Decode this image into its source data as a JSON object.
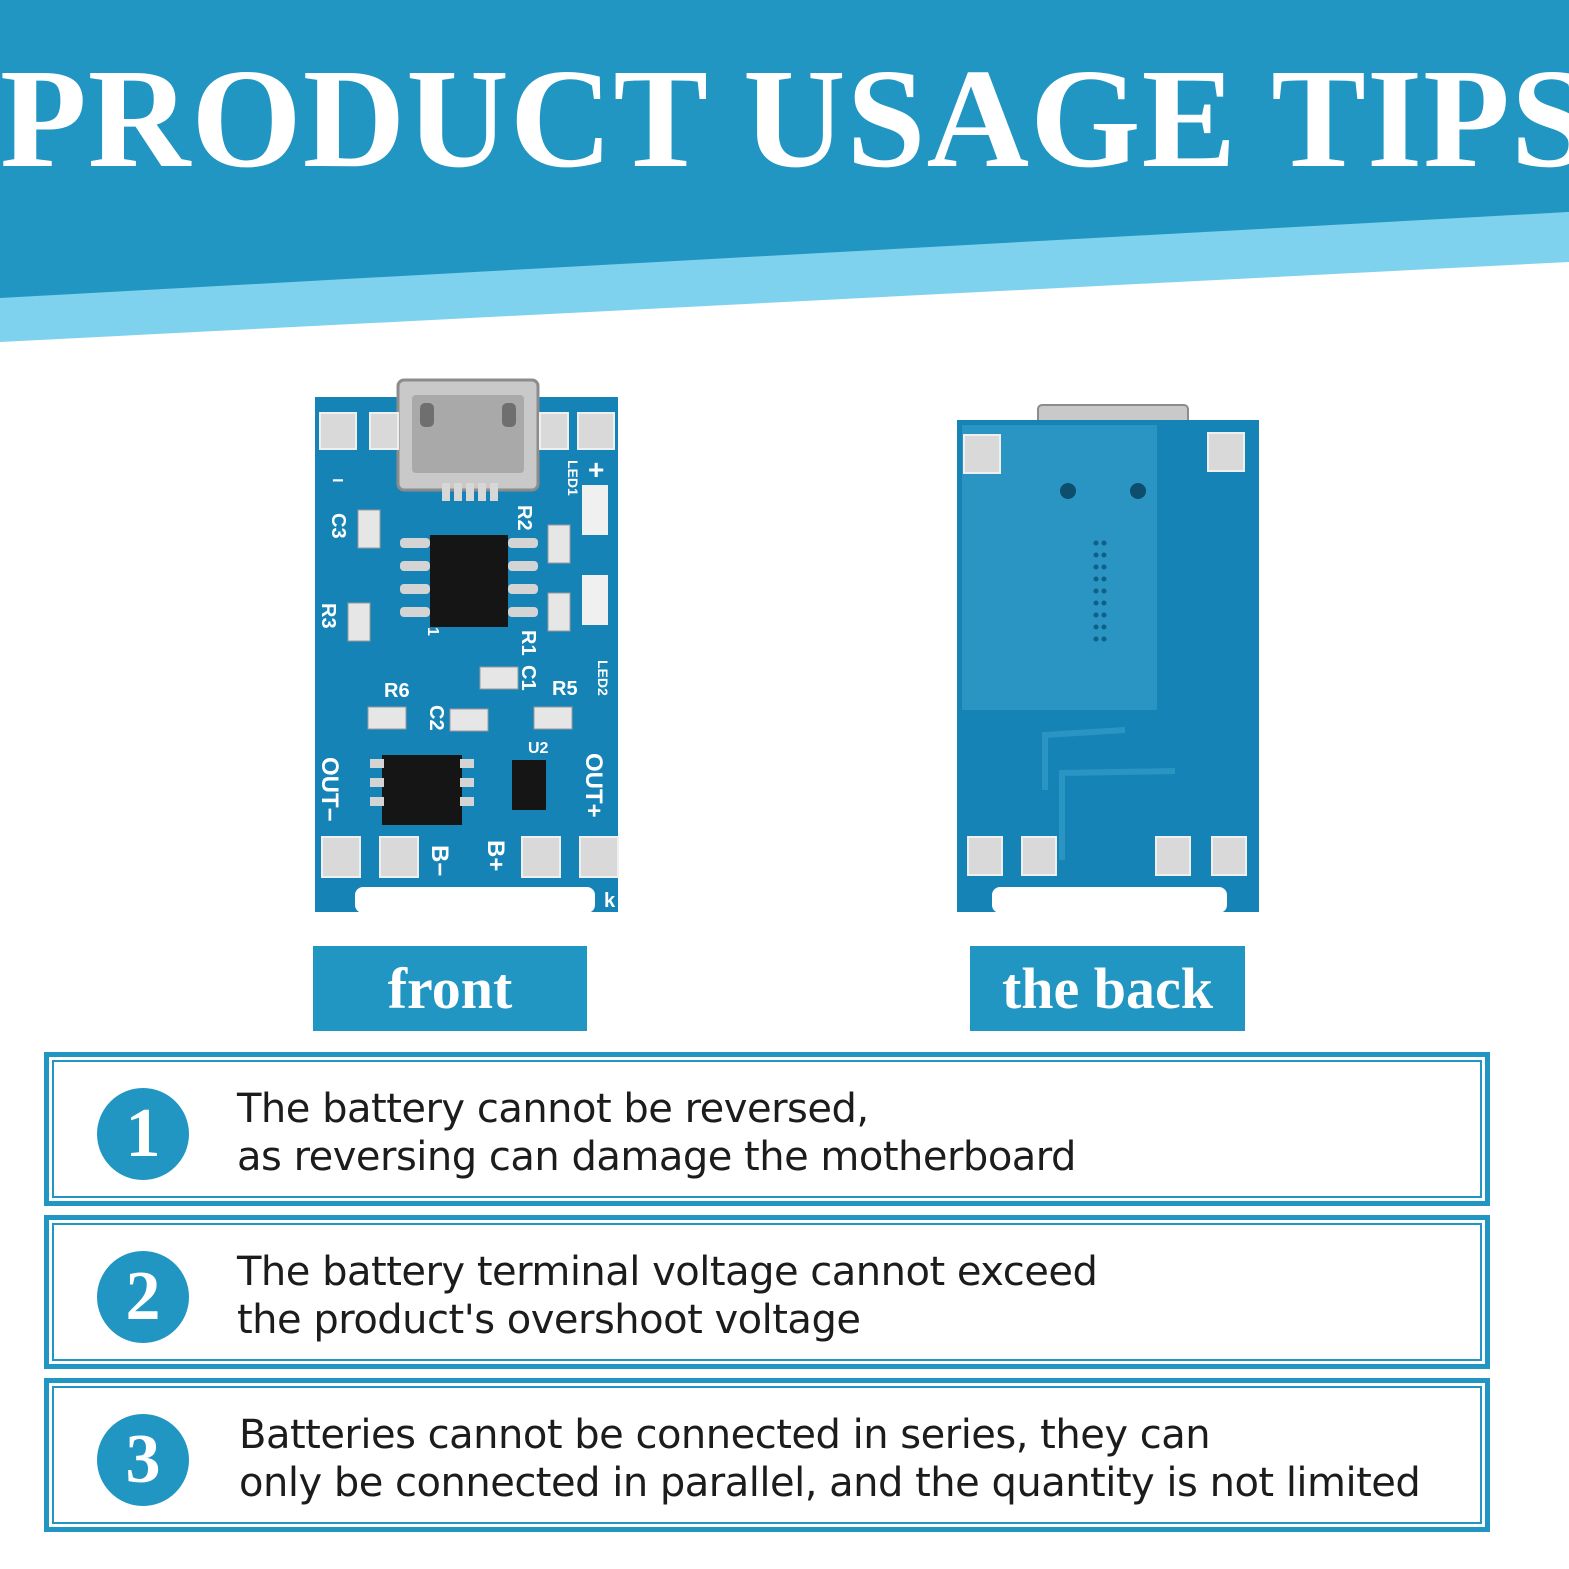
{
  "header": {
    "title": "PRODUCT USAGE TIPS"
  },
  "colors": {
    "primary_blue": "#2196c2",
    "light_blue_stripe": "#7fd2ee",
    "pcb_blue": "#1683b6",
    "text_dark": "#1c1c1c"
  },
  "boards": {
    "front": {
      "label": "front",
      "silkscreen": {
        "minus": "−",
        "plus": "+",
        "c3": "C3",
        "r3": "R3",
        "r2": "R2",
        "r1": "R1",
        "c1": "C1",
        "r6": "R6",
        "r5": "R5",
        "c2": "C2",
        "u2": "U2",
        "led1": "LED1",
        "led2": "LED2",
        "out_minus": "OUT−",
        "out_plus": "OUT+",
        "b_minus": "B−",
        "b_plus": "B+",
        "k": "k",
        "pin1": "1"
      }
    },
    "back": {
      "label": "the back"
    }
  },
  "tips": [
    {
      "number": "1",
      "line1": "The battery cannot be reversed,",
      "line2": "as reversing can damage the motherboard"
    },
    {
      "number": "2",
      "line1": "The battery terminal voltage cannot exceed",
      "line2": "the product's overshoot voltage"
    },
    {
      "number": "3",
      "line1": "Batteries cannot be connected in series, they can",
      "line2": "only be connected in parallel, and the quantity is not limited"
    }
  ]
}
